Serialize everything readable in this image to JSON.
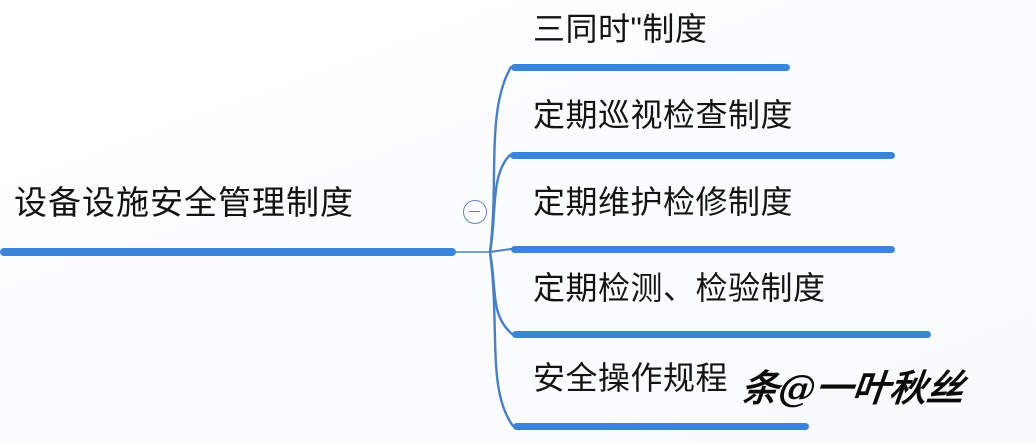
{
  "diagram": {
    "type": "mindmap",
    "orientation": "left-to-right",
    "accent_color": "#3a85d8",
    "edge_color": "#4a7fc1",
    "text_color": "#141414",
    "background_color": "#fbfcfe",
    "root": {
      "label": "设备设施安全管理制度",
      "collapse_icon": "minus-circle-icon",
      "collapsed": false
    },
    "branches": [
      {
        "label": "三同时\"制度"
      },
      {
        "label": "定期巡视检查制度"
      },
      {
        "label": "定期维护检修制度"
      },
      {
        "label": "定期检测、检验制度"
      },
      {
        "label": "安全操作规程"
      }
    ]
  },
  "watermark": {
    "text": "条@一叶秋丝"
  }
}
